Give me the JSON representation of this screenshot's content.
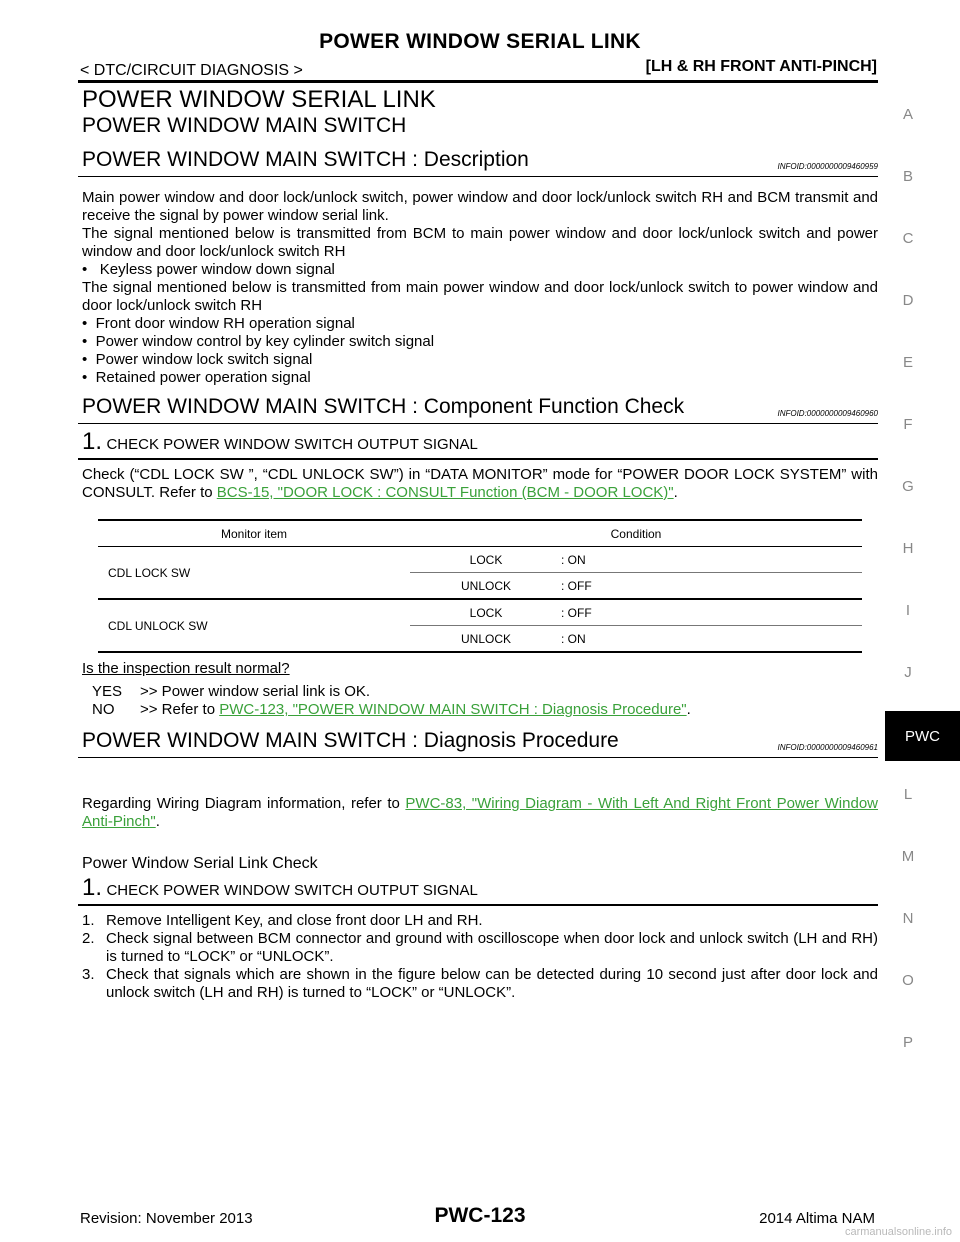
{
  "header": {
    "title": "POWER WINDOW SERIAL LINK",
    "left": "< DTC/CIRCUIT DIAGNOSIS >",
    "right": "[LH & RH FRONT ANTI-PINCH]"
  },
  "h1": "POWER WINDOW SERIAL LINK",
  "h2": "POWER WINDOW MAIN SWITCH",
  "desc": {
    "heading": "POWER WINDOW MAIN SWITCH : Description",
    "infoid": "INFOID:0000000009460959",
    "p1": "Main power window and door lock/unlock switch, power window and door lock/unlock switch RH and BCM transmit and receive the signal by power window serial link.",
    "p2": "The signal mentioned below is transmitted from BCM to main power window and door lock/unlock switch and power window and door lock/unlock switch RH",
    "bullets1": [
      "Keyless power window down signal"
    ],
    "p3": "The signal mentioned below is transmitted from main power window and door lock/unlock switch to power window and door lock/unlock switch RH",
    "bullets2": [
      "Front door window RH operation signal",
      "Power window control by key cylinder switch signal",
      "Power window lock switch signal",
      "Retained power operation signal"
    ]
  },
  "cfc": {
    "heading": "POWER WINDOW MAIN SWITCH : Component Function Check",
    "infoid": "INFOID:0000000009460960",
    "step_num": "1.",
    "step_title": "CHECK POWER WINDOW SWITCH OUTPUT SIGNAL",
    "text_before": "Check (“CDL LOCK SW ”, “CDL UNLOCK SW”) in “DATA MONITOR” mode for “POWER DOOR LOCK SYSTEM” with CONSULT. Refer to ",
    "link": "BCS-15, \"DOOR LOCK : CONSULT Function (BCM - DOOR LOCK)\"",
    "text_after": ".",
    "table": {
      "col1": "Monitor item",
      "col2": "Condition",
      "rows": [
        {
          "item": "CDL LOCK SW",
          "conds": [
            [
              "LOCK",
              ": ON"
            ],
            [
              "UNLOCK",
              ": OFF"
            ]
          ]
        },
        {
          "item": "CDL UNLOCK SW",
          "conds": [
            [
              "LOCK",
              ": OFF"
            ],
            [
              "UNLOCK",
              ": ON"
            ]
          ]
        }
      ]
    },
    "question": "Is the inspection result normal?",
    "yes_label": "YES",
    "yes_text": ">> Power window serial link is OK.",
    "no_label": "NO",
    "no_text": ">> Refer to ",
    "no_link": "PWC-123, \"POWER WINDOW MAIN SWITCH : Diagnosis Procedure\"",
    "no_after": "."
  },
  "diag": {
    "heading": "POWER WINDOW MAIN SWITCH : Diagnosis Procedure",
    "infoid": "INFOID:0000000009460961",
    "text_before": "Regarding Wiring Diagram information, refer to ",
    "link": "PWC-83, \"Wiring Diagram - With Left And Right Front Power Window Anti-Pinch\"",
    "text_after": ".",
    "subheading": "Power Window Serial Link Check",
    "step_num": "1.",
    "step_title": "CHECK POWER WINDOW SWITCH OUTPUT SIGNAL",
    "list": [
      {
        "n": "1.",
        "t": "Remove Intelligent Key, and close front door LH and RH."
      },
      {
        "n": "2.",
        "t": "Check signal between BCM connector and ground with oscilloscope when door lock and unlock switch (LH and RH) is turned to “LOCK” or “UNLOCK”."
      },
      {
        "n": "3.",
        "t": "Check that signals which are shown in the figure below can be detected during 10 second just after door lock and unlock switch (LH and RH) is turned to “LOCK” or “UNLOCK”."
      }
    ]
  },
  "sidebar": {
    "letters": [
      "A",
      "B",
      "C",
      "D",
      "E",
      "F",
      "G",
      "H",
      "I",
      "J",
      "PWC",
      "L",
      "M",
      "N",
      "O",
      "P"
    ],
    "active": "PWC"
  },
  "footer": {
    "revision": "Revision: November 2013",
    "page": "PWC-123",
    "model": "2014 Altima NAM",
    "watermark": "carmanualsonline.info"
  }
}
